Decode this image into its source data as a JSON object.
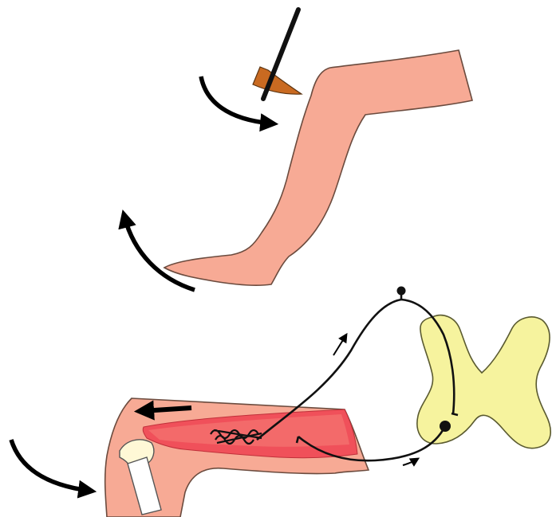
{
  "figure": {
    "subject": "knee-jerk-reflex",
    "panels": [
      "leg-tap",
      "reflex-arc"
    ],
    "colors": {
      "skin": "#f7aa95",
      "outline": "#6b4b3e",
      "hammer-head": "#c96a21",
      "hammer-handle": "#111111",
      "muscle": "#f0505a",
      "muscle-light": "#f78a7e",
      "spinal-cord": "#f6f39e",
      "bone": "#fff8d6",
      "nerve": "#111111",
      "arrow": "#000000"
    },
    "icons": [
      "reflex-hammer-icon",
      "curved-arrow-icon",
      "straight-arrow-icon",
      "neuron-icon",
      "spinal-cord-icon"
    ]
  }
}
